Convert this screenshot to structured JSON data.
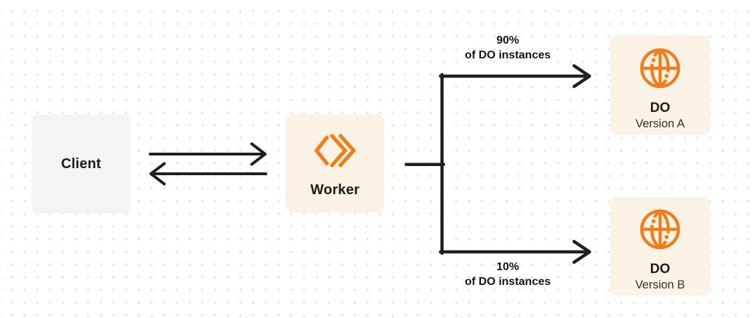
{
  "canvas": {
    "background": "#FFFFFF",
    "dot_grid_color": "#E2E2E2"
  },
  "colors": {
    "accent_orange": "#EF7E1D",
    "card_cream": "#FAF2E5",
    "card_gray": "#F3F4F5",
    "connector_dark": "#211E1B",
    "text_dark": "#1D1B16"
  },
  "nodes": {
    "client": {
      "label": "Client"
    },
    "worker": {
      "label": "Worker",
      "icon": "cloudflare-workers-icon"
    },
    "do_version_a": {
      "title": "DO",
      "subtitle": "Version A",
      "icon": "globe-icon"
    },
    "do_version_b": {
      "title": "DO",
      "subtitle": "Version B",
      "icon": "globe-icon"
    }
  },
  "edges": {
    "client_worker": {
      "direction": "right"
    },
    "worker_client": {
      "direction": "left"
    },
    "to_version_a": {
      "percent": "90%",
      "caption": "of DO instances"
    },
    "to_version_b": {
      "percent": "10%",
      "caption": "of DO instances"
    }
  }
}
